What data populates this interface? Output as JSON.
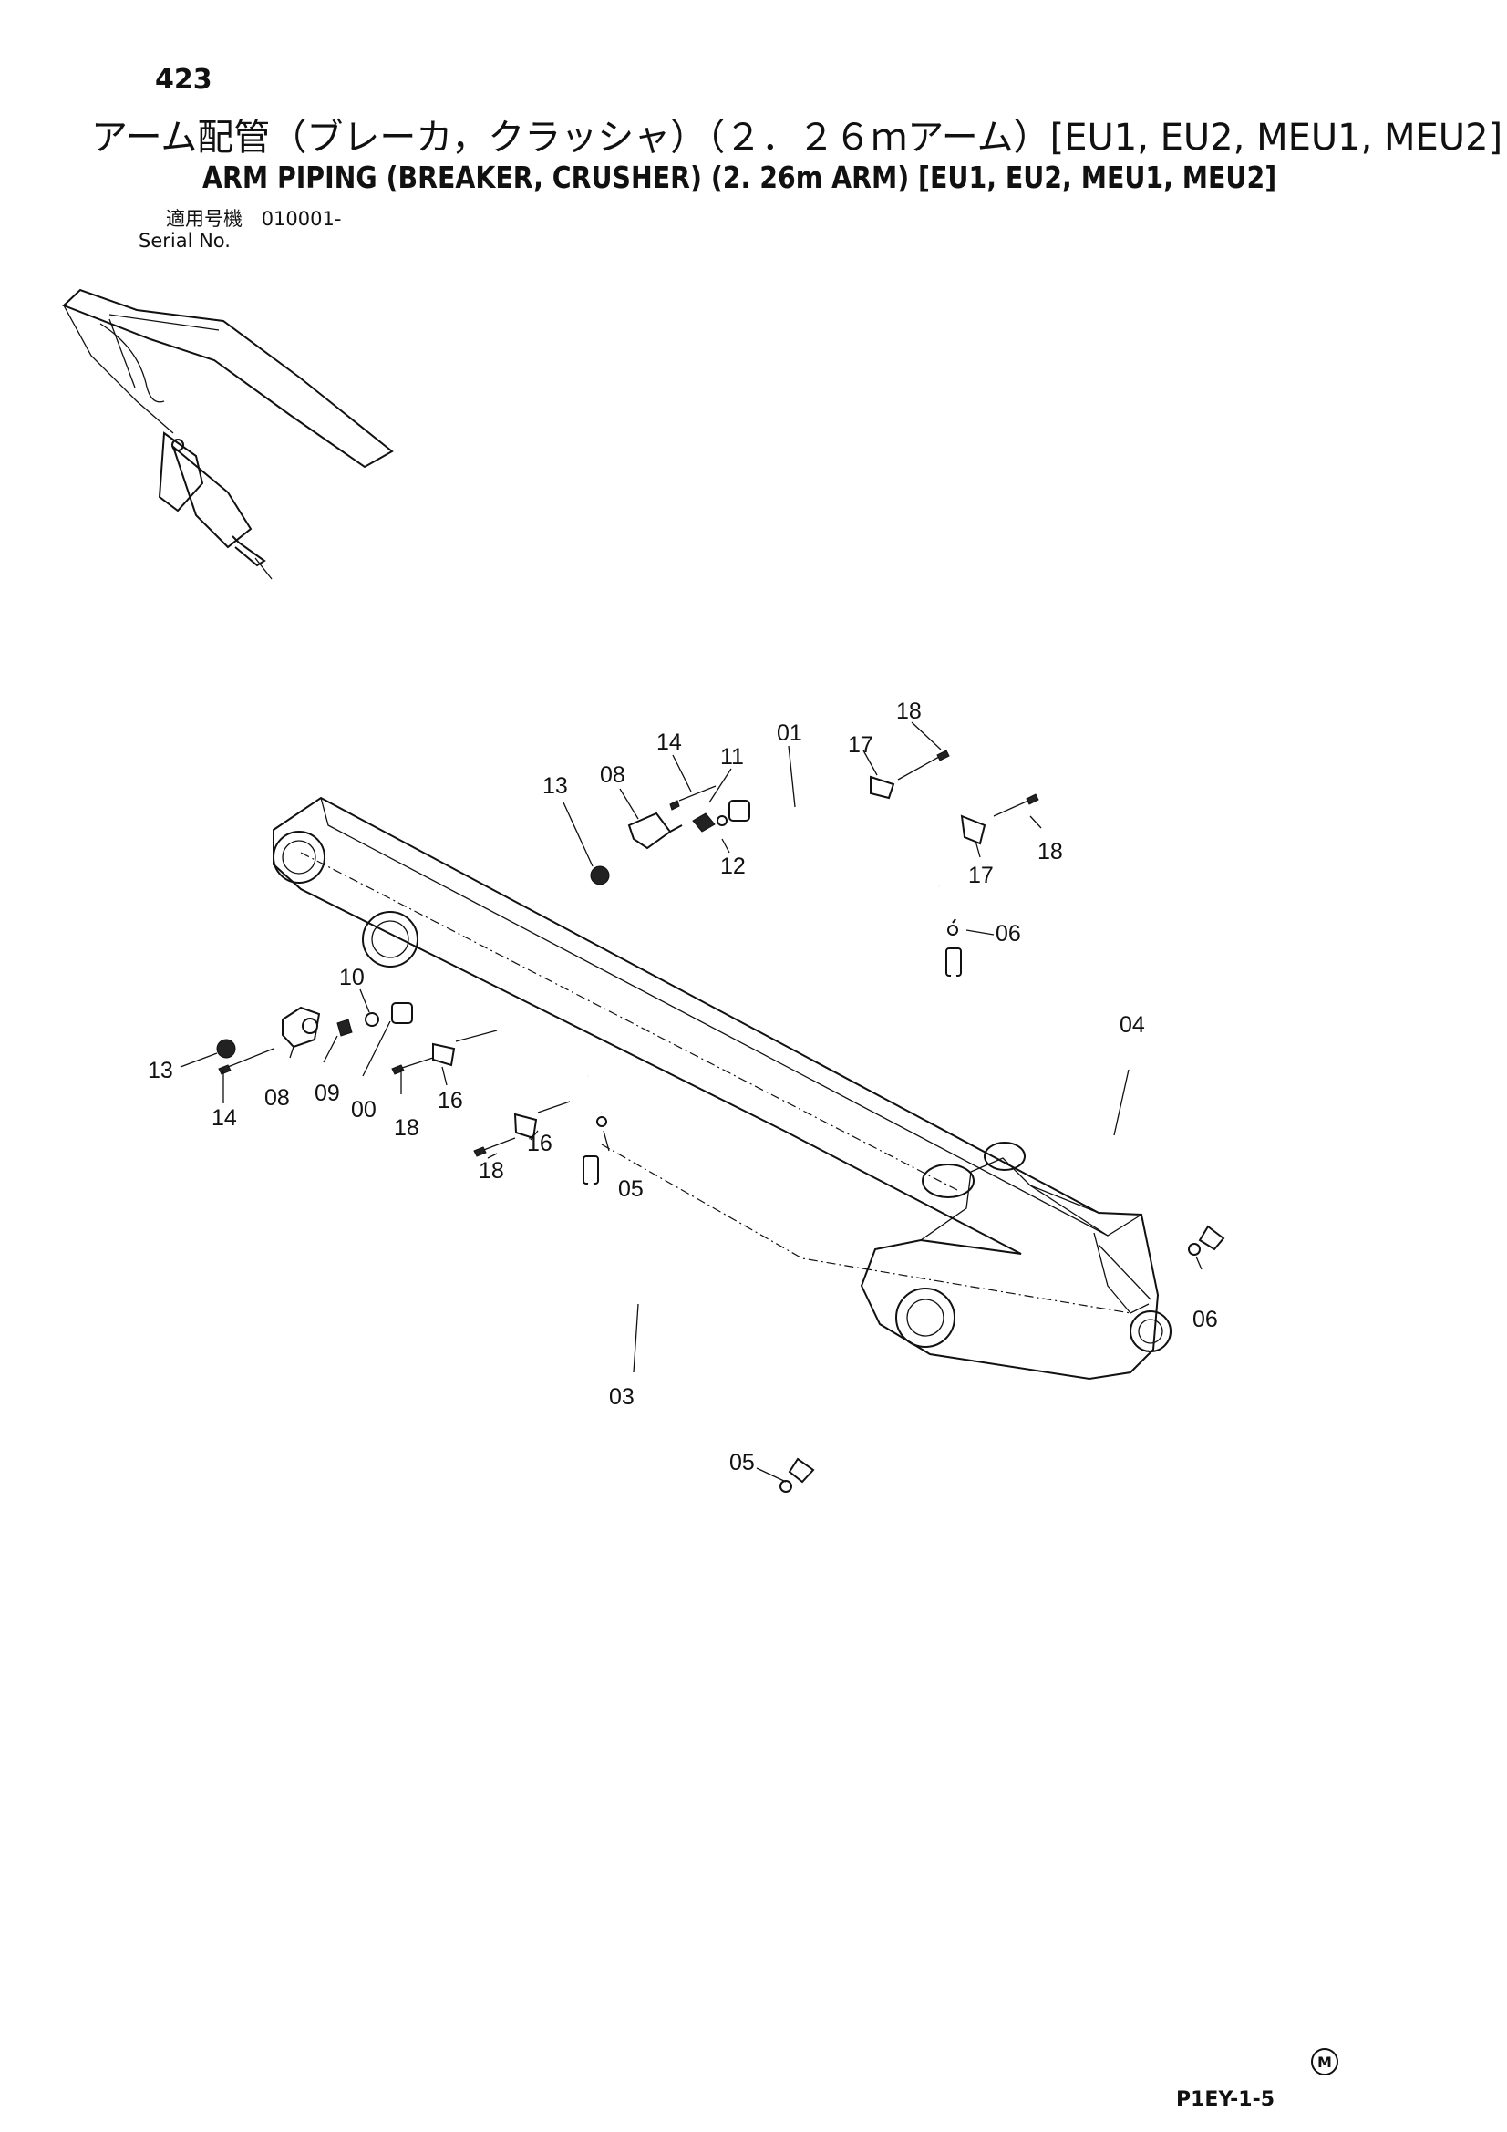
{
  "header": {
    "page_number": "423",
    "title_jp": "アーム配管（ブレーカ，クラッシャ）（２．２６ｍアーム）[EU1, EU2, MEU1, MEU2]",
    "title_en": "ARM PIPING (BREAKER, CRUSHER) (2. 26m ARM) [EU1, EU2, MEU1, MEU2]",
    "serial_label_jp": "適用号機",
    "serial_value": "010001-",
    "serial_label_en": "Serial No."
  },
  "part_labels": {
    "p18_top": "18",
    "p14_top": "14",
    "p01": "01",
    "p17_top": "17",
    "p11": "11",
    "p13_top": "13",
    "p08_top": "08",
    "p12": "12",
    "p18_right": "18",
    "p17_right": "17",
    "p06_top": "06",
    "p04": "04",
    "p10": "10",
    "p13_left": "13",
    "p14_left": "14",
    "p08_left": "08",
    "p09": "09",
    "p00": "00",
    "p18_mid": "18",
    "p16_top": "16",
    "p16_low": "16",
    "p18_low": "18",
    "p05_top": "05",
    "p06_right": "06",
    "p03": "03",
    "p05_bottom": "05"
  },
  "footer": {
    "mark": "M",
    "code": "P1EY-1-5"
  }
}
